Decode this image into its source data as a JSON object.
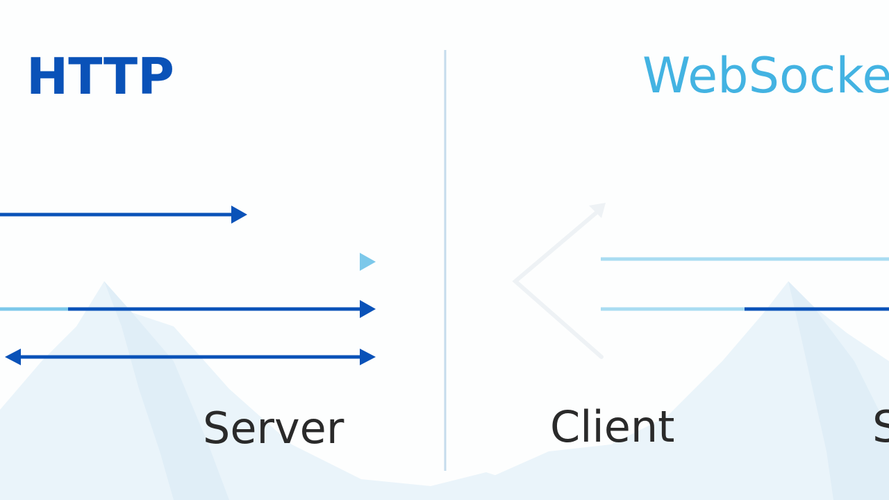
{
  "left_panel": {
    "title": "HTTP",
    "server_label": "Server"
  },
  "right_panel": {
    "title": "WebSocke",
    "client_label": "Client",
    "server_label_partial": "S"
  },
  "colors": {
    "dark_blue": "#0a52b8",
    "light_blue": "#7cc8ea",
    "websocket_title": "#43b3e2",
    "divider": "#c5dcec",
    "mountain": "#eaf4fa",
    "text": "#2a2a2a"
  },
  "background": {
    "decoration": "mountain-silhouette"
  }
}
